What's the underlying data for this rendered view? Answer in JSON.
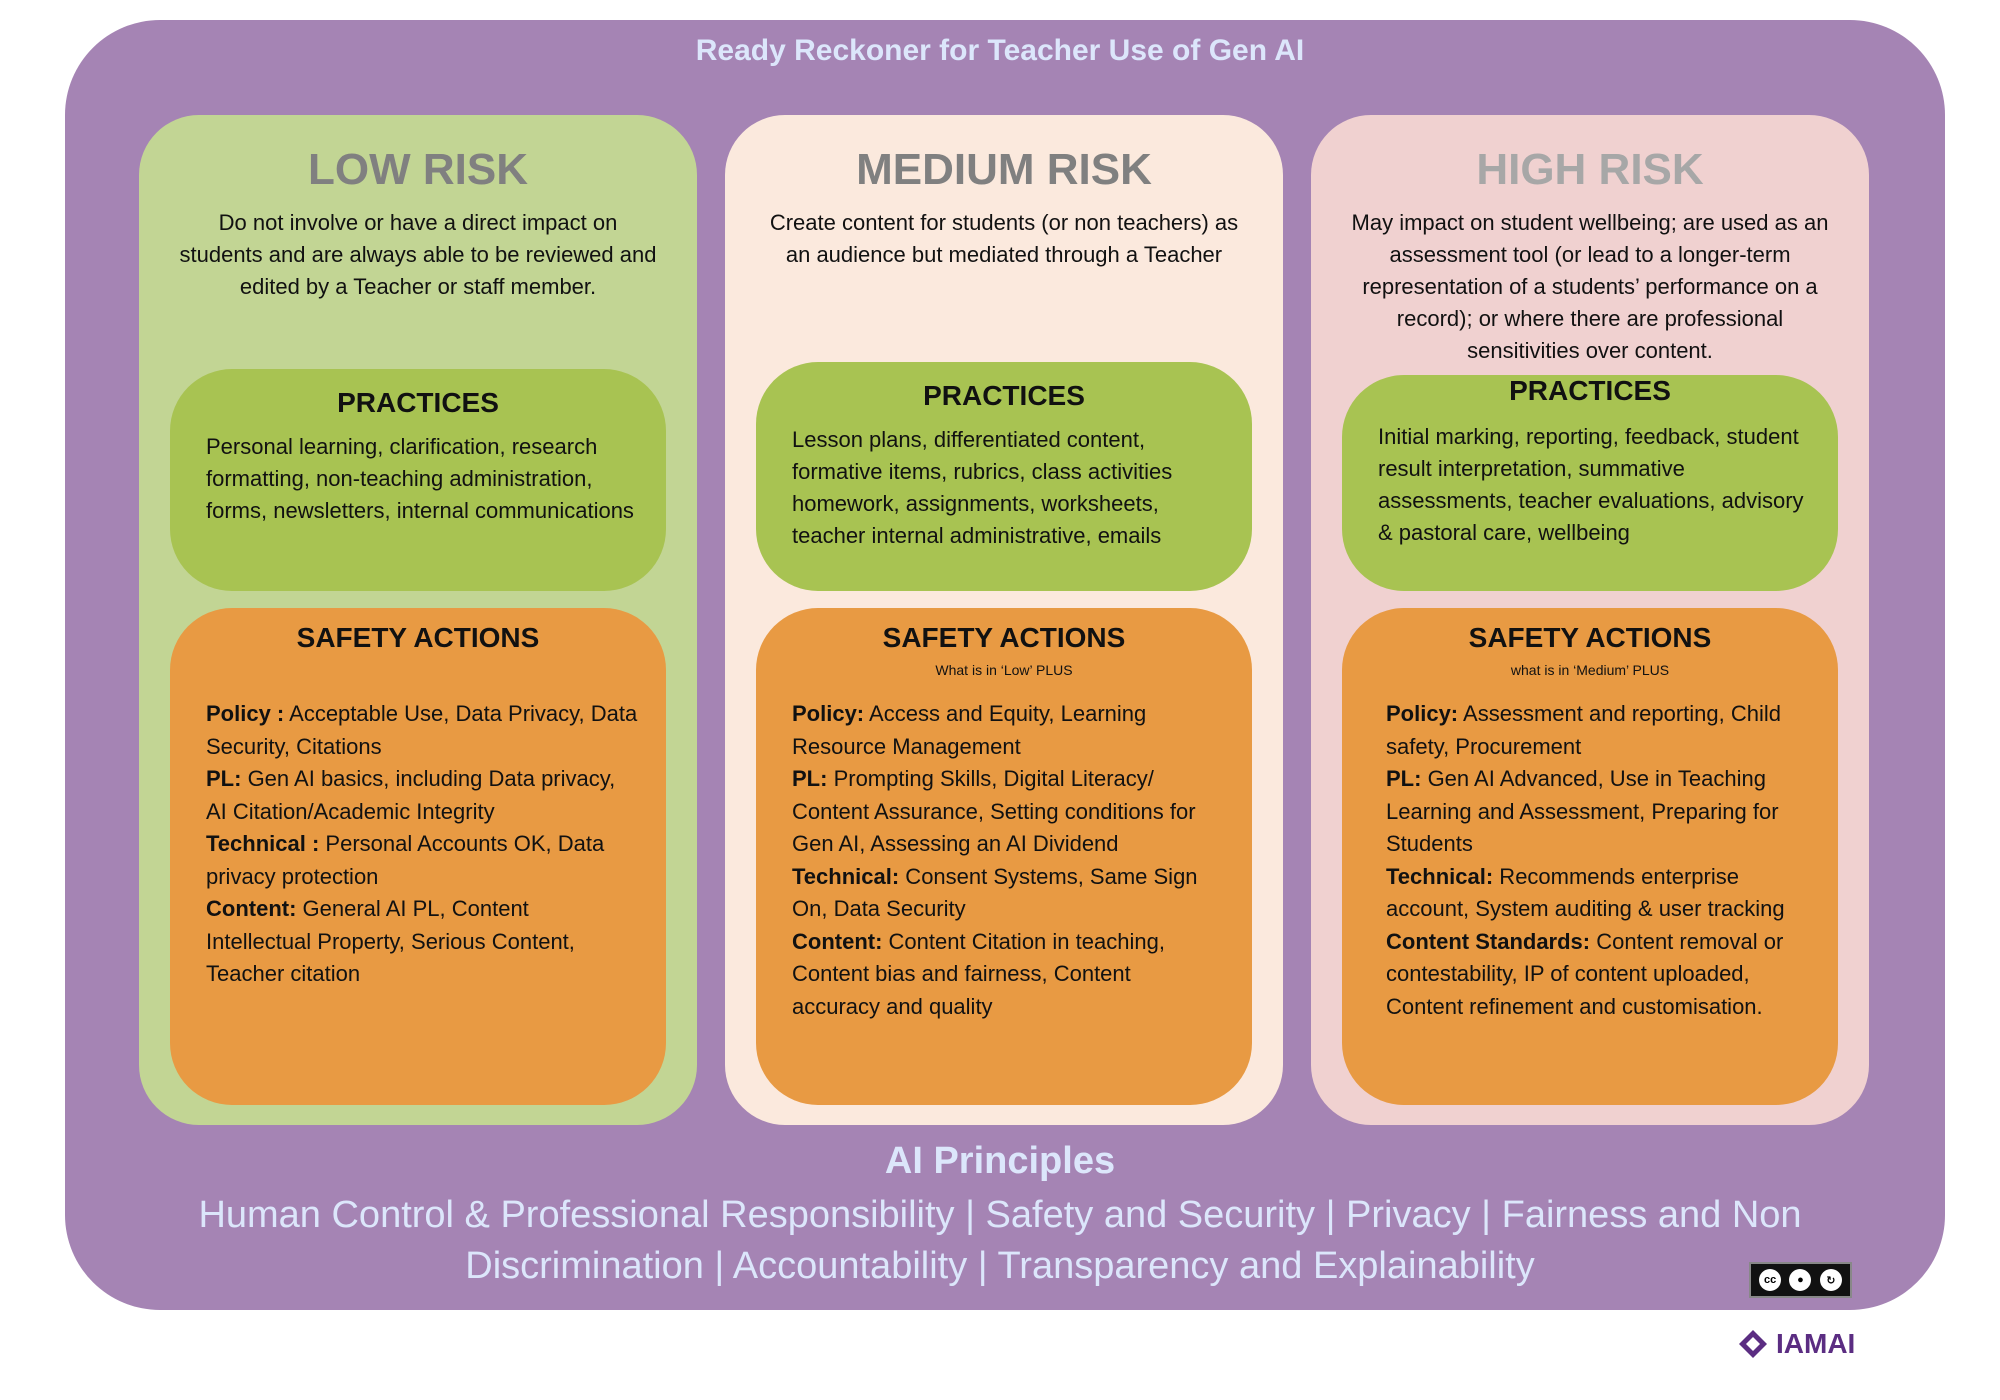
{
  "title": "Ready Reckoner for Teacher Use of Gen AI",
  "columns": [
    {
      "heading": "LOW RISK",
      "description": "Do not involve or have a direct impact on students and are always able to be reviewed and edited by a Teacher or staff member.",
      "practices_title": "PRACTICES",
      "practices_text": "Personal learning, clarification, research formatting,  non-teaching administration, forms, newsletters, internal communications",
      "safety_title": "SAFETY ACTIONS",
      "safety_subtitle": "",
      "safety_items": [
        {
          "label": "Policy :",
          "text": " Acceptable Use, Data Privacy, Data Security, Citations"
        },
        {
          "label": "PL:",
          "text": " Gen AI basics, including Data privacy, AI Citation/Academic Integrity"
        },
        {
          "label": "Technical :",
          "text": " Personal Accounts OK, Data privacy protection"
        },
        {
          "label": "Content:",
          "text": " General AI PL, Content Intellectual Property, Serious Content, Teacher citation"
        }
      ]
    },
    {
      "heading": "MEDIUM RISK",
      "description": "Create content for students (or non teachers) as an audience but mediated through a Teacher",
      "practices_title": "PRACTICES",
      "practices_text": "Lesson plans, differentiated content, formative items, rubrics, class activities homework, assignments, worksheets, teacher internal administrative, emails",
      "safety_title": "SAFETY ACTIONS",
      "safety_subtitle": "What is in ‘Low’ PLUS",
      "safety_items": [
        {
          "label": "Policy:",
          "text": " Access and Equity,  Learning Resource Management"
        },
        {
          "label": "PL:",
          "text": " Prompting Skills, Digital Literacy/ Content Assurance, Setting conditions for Gen AI, Assessing an AI Dividend"
        },
        {
          "label": "Technical:",
          "text": " Consent Systems, Same Sign On, Data Security"
        },
        {
          "label": "Content:",
          "text": " Content Citation in teaching, Content bias and fairness, Content accuracy and quality"
        }
      ]
    },
    {
      "heading": "HIGH RISK",
      "description": "May impact on student wellbeing; are used as an assessment tool (or lead to a longer-term representation of a students’ performance on a record); or where there are professional sensitivities over content.",
      "practices_title": "PRACTICES",
      "practices_text": "Initial marking, reporting, feedback, student result interpretation, summative assessments, teacher evaluations, advisory & pastoral care, wellbeing",
      "safety_title": "SAFETY ACTIONS",
      "safety_subtitle": "what is in ‘Medium’ PLUS",
      "safety_items": [
        {
          "label": "Policy:",
          "text": " Assessment and reporting, Child safety, Procurement"
        },
        {
          "label": " PL:",
          "text": "  Gen AI Advanced, Use in Teaching Learning and Assessment, Preparing for Students"
        },
        {
          "label": "Technical:",
          "text": " Recommends enterprise account, System auditing & user tracking"
        },
        {
          "label": "Content Standards:",
          "text": " Content removal or contestability, IP of content uploaded, Content refinement and customisation."
        }
      ]
    }
  ],
  "principles": {
    "title": "AI Principles",
    "text": "Human Control & Professional Responsibility | Safety and Security | Privacy | Fairness and Non Discrimination | Accountability | Transparency and Explainability"
  },
  "license": {
    "icons": [
      "creative-commons-icon",
      "attribution-icon",
      "share-alike-icon"
    ],
    "labels": [
      "BY",
      "SA"
    ]
  },
  "logo": {
    "text": "IAMAI",
    "color": "#5b2d82"
  },
  "colors": {
    "frame": "#a584b4",
    "low": "#c2d594",
    "medium": "#fbe9dd",
    "high": "#f0d1d0",
    "practices": "#a8c352",
    "safety": "#e89a43",
    "principles_text": "#dce6fb"
  }
}
